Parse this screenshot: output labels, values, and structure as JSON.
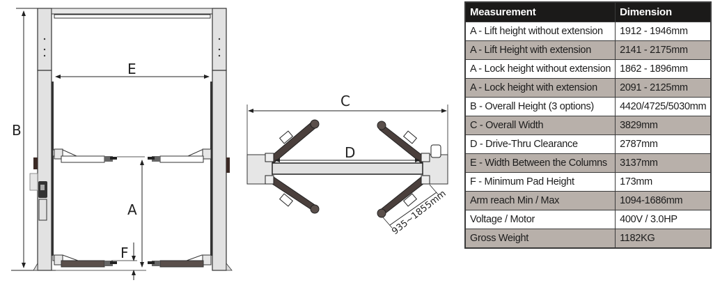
{
  "front_view": {
    "labels": {
      "B": "B",
      "E": "E",
      "A": "A",
      "F": "F"
    }
  },
  "top_view": {
    "labels": {
      "C": "C",
      "D": "D",
      "arm_range": "935~1855mm"
    }
  },
  "colors": {
    "header_bg": "#1b1a19",
    "header_text": "#ffffff",
    "shaded_row": "#b8b0aa",
    "column_fill": "#e2e2e2",
    "arm_fill": "#4a3f3c"
  },
  "spec_table": {
    "headers": [
      "Measurement",
      "Dimension"
    ],
    "rows": [
      {
        "measurement": "A - Lift height without extension",
        "dimension": "1912 - 1946mm",
        "shaded": false
      },
      {
        "measurement": "A - Lift Height with extension",
        "dimension": "2141 - 2175mm",
        "shaded": true
      },
      {
        "measurement": "A - Lock height without extension",
        "dimension": "1862 - 1896mm",
        "shaded": false
      },
      {
        "measurement": "A - Lock height with extension",
        "dimension": "2091 - 2125mm",
        "shaded": true
      },
      {
        "measurement": "B - Overall Height (3 options)",
        "dimension": "4420/4725/5030mm",
        "shaded": false
      },
      {
        "measurement": "C - Overall Width",
        "dimension": "3829mm",
        "shaded": true
      },
      {
        "measurement": "D - Drive-Thru Clearance",
        "dimension": "2787mm",
        "shaded": false
      },
      {
        "measurement": "E - Width Between the Columns",
        "dimension": "3137mm",
        "shaded": true
      },
      {
        "measurement": "F - Minimum Pad Height",
        "dimension": "173mm",
        "shaded": false
      },
      {
        "measurement": "Arm reach Min / Max",
        "dimension": "1094-1686mm",
        "shaded": true
      },
      {
        "measurement": "Voltage / Motor",
        "dimension": "400V / 3.0HP",
        "shaded": false
      },
      {
        "measurement": "Gross Weight",
        "dimension": "1182KG",
        "shaded": true
      }
    ]
  }
}
